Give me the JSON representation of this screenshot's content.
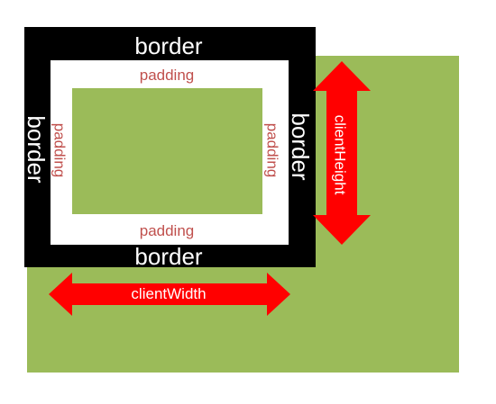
{
  "labels": {
    "border": "border",
    "padding": "padding",
    "client_width": "clientWidth",
    "client_height": "clientHeight"
  },
  "colors": {
    "content": "#9bbb59",
    "border": "#000000",
    "padding": "#ffffff",
    "padding_text": "#c0504d",
    "arrow": "#ff0000"
  }
}
